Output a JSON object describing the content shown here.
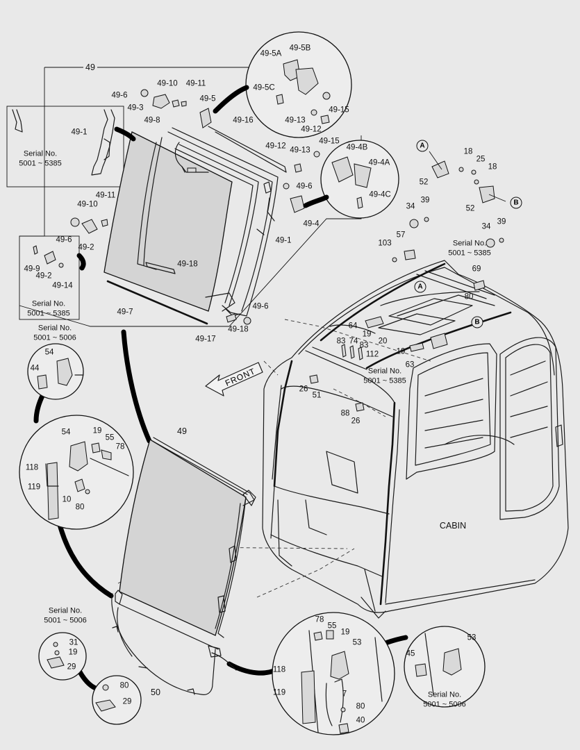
{
  "cabin_label": "CABIN",
  "front_label": "FRONT",
  "ref_markers": [
    "A",
    "B"
  ],
  "serial_notes": [
    "Serial No.\n5001 ~ 5385",
    "Serial No.\n5001 ~ 5385",
    "Serial No.\n5001 ~ 5385",
    "Serial No.\n5001 ~ 5385",
    "Serial No.\n5001 ~ 5006",
    "Serial No.\n5001 ~ 5006",
    "Serial No.\n5001 ~ 5006"
  ],
  "callouts": [
    "49",
    "49-5A",
    "49-5B",
    "49-5C",
    "49-10",
    "49-11",
    "49-6",
    "49-3",
    "49-5",
    "49-15",
    "49-13",
    "49-12",
    "49-8",
    "49-16",
    "49-1",
    "49-12",
    "49-13",
    "49-15",
    "49-4B",
    "49-4A",
    "49-6",
    "49-4",
    "49-4C",
    "49-11",
    "49-10",
    "49-6",
    "49-2",
    "49-1",
    "49-9",
    "49-2",
    "49-14",
    "49-18",
    "49-7",
    "49-6",
    "49-18",
    "49-17",
    "18",
    "25",
    "18",
    "52",
    "52",
    "34",
    "39",
    "34",
    "39",
    "103",
    "57",
    "69",
    "80",
    "64",
    "19",
    "20",
    "83",
    "74",
    "83",
    "112",
    "19",
    "63",
    "26",
    "51",
    "88",
    "26",
    "54",
    "44",
    "54",
    "19",
    "55",
    "78",
    "118",
    "119",
    "10",
    "80",
    "49",
    "31",
    "19",
    "29",
    "80",
    "29",
    "50",
    "78",
    "55",
    "19",
    "53",
    "118",
    "119",
    "7",
    "80",
    "40",
    "53",
    "45"
  ]
}
